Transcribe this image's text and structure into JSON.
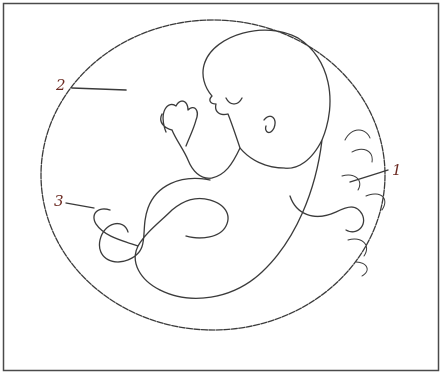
{
  "diagram": {
    "labels": {
      "label_1": "1",
      "label_2": "2",
      "label_3": "3"
    },
    "colors": {
      "line": "#3a3a3a",
      "label": "#6b2a22",
      "frame": "#4a4a4a",
      "background": "#ffffff"
    }
  }
}
